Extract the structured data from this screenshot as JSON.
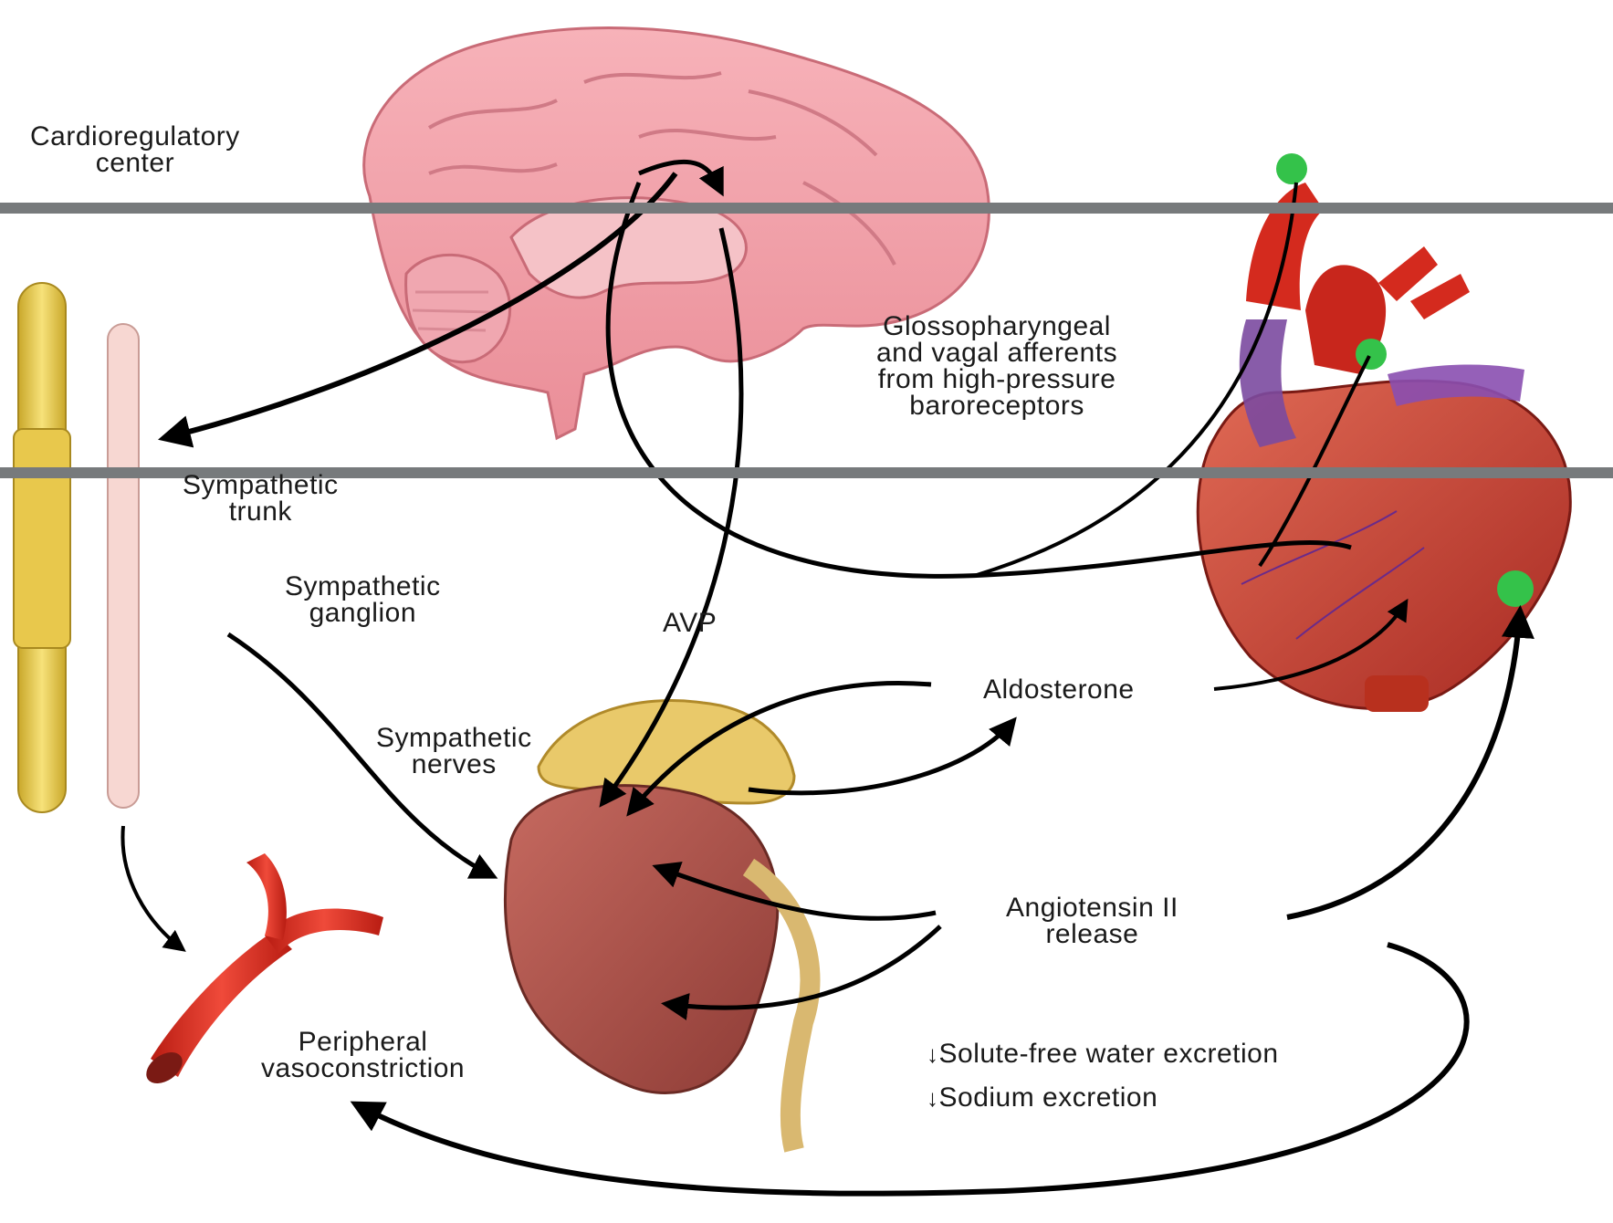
{
  "labels": {
    "cardio_line1": "Cardioregulatory",
    "cardio_line2": "center",
    "glosso_line1": "Glossopharyngeal",
    "glosso_line2": "and vagal afferents",
    "glosso_line3": "from high-pressure",
    "glosso_line4": "baroreceptors",
    "trunk_line1": "Sympathetic",
    "trunk_line2": "trunk",
    "ganglion_line1": "Sympathetic",
    "ganglion_line2": "ganglion",
    "avp": "AVP",
    "aldosterone": "Aldosterone",
    "nerves_line1": "Sympathetic",
    "nerves_line2": "nerves",
    "angio_line1": "Angiotensin II",
    "angio_line2": "release",
    "peripheral_line1": "Peripheral",
    "peripheral_line2": "vasoconstriction",
    "water_excretion": "Solute-free water excretion",
    "sodium_excretion": "Sodium excretion",
    "down_arrow": "↓"
  },
  "colors": {
    "brain": "#f2a0a8",
    "heart": "#c83a2e",
    "vein": "#7b4aa0",
    "kidney": "#b8564e",
    "adrenal": "#e9c96a",
    "spine": "#f0d060",
    "chain": "#f7d7d2",
    "vessel": "#d42a1e",
    "baroreceptor": "#34c24a",
    "arrow": "#000000"
  }
}
